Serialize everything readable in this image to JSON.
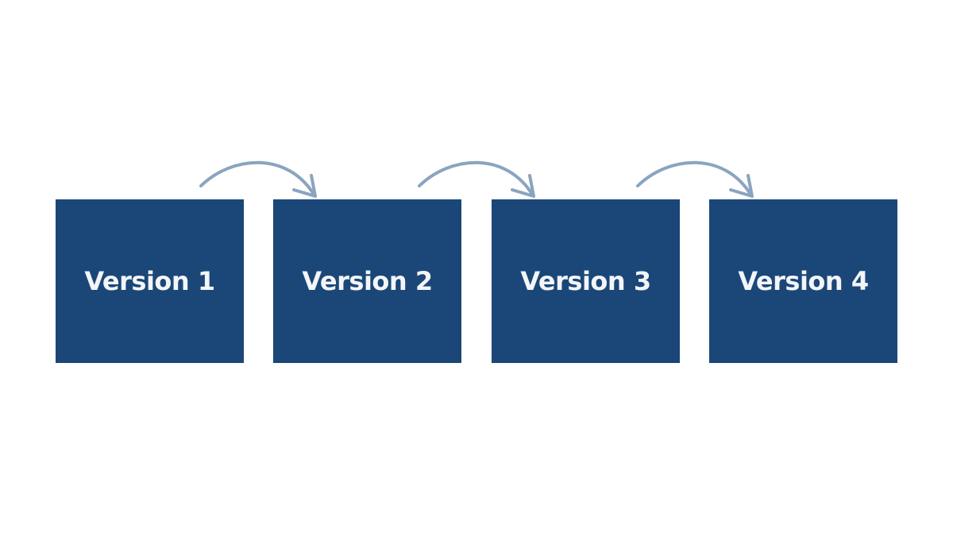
{
  "colors": {
    "box_fill": "#1b4778",
    "box_text": "#f3f5f8",
    "arrow": "#8aa4c0",
    "background": "#ffffff"
  },
  "flow": {
    "versions": [
      {
        "label": "Version 1"
      },
      {
        "label": "Version 2"
      },
      {
        "label": "Version 3"
      },
      {
        "label": "Version 4"
      }
    ],
    "connectors": [
      {
        "from": "Version 1",
        "to": "Version 2"
      },
      {
        "from": "Version 2",
        "to": "Version 3"
      },
      {
        "from": "Version 3",
        "to": "Version 4"
      }
    ]
  }
}
